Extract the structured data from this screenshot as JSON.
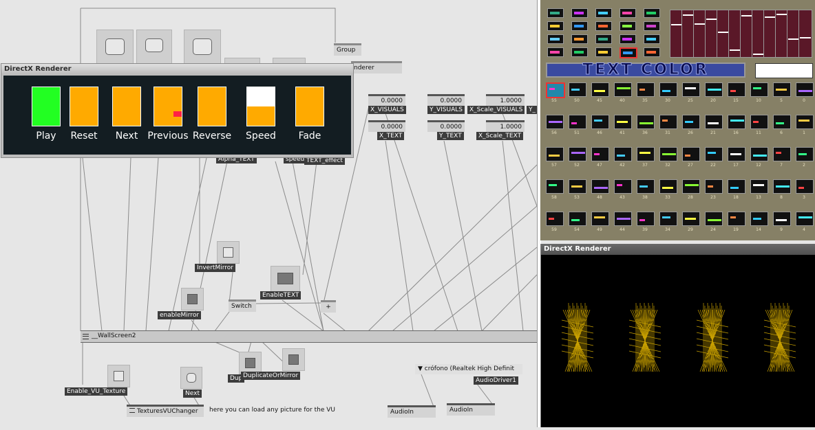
{
  "patch": {
    "nodes": {
      "group": "Group",
      "renderer_partial": "nderer",
      "x_visuals_value": "0.0000",
      "x_visuals": "X_VISUALS",
      "y_visuals_value": "0.0000",
      "y_visuals": "Y_VISUALS",
      "x_scale_visuals_value": "1.0000",
      "x_scale_visuals": "X_Scale_VISUALS",
      "y_trunc": "Y_",
      "x_text_value": "0.0000",
      "x_text": "X_TEXT",
      "y_text_value": "0.0000",
      "y_text": "Y_TEXT",
      "x_scale_text_value": "1.0000",
      "x_scale_text": "X_Scale_TEXT",
      "alpha_text": "Alpha_TEXT",
      "speed_trunc": "speed",
      "text_effect": "TEXT_effect",
      "invert_mirror": "InvertMirror",
      "switch": "Switch",
      "enable_text": "EnableTEXT",
      "plus": "+",
      "enable_mirror": "enableMirror",
      "wallscreen": "__WallScreen2",
      "duplicate_trunc": "Dup",
      "duplicate_or_mirror": "DuplicateOrMirror",
      "enable_vu_texture": "Enable_VU_Texture",
      "next": "Next",
      "textures_vu_changer": "TexturesVUChanger",
      "vu_comment": "here you can load any picture for the VU",
      "microphone": "crófono (Realtek High Definit",
      "audio_driver": "AudioDriver1",
      "audioin_1": "AudioIn",
      "audioin_2": "AudioIn"
    }
  },
  "renderer_window": {
    "title": "DirectX Renderer",
    "controls": [
      {
        "label": "Play",
        "color": "#22ff22",
        "level": 1.0
      },
      {
        "label": "Reset",
        "color": "#ffaa00",
        "level": 1.0
      },
      {
        "label": "Next",
        "color": "#ffaa00",
        "level": 1.0
      },
      {
        "label": "Previous",
        "color": "#ffaa00",
        "level": 1.0
      },
      {
        "label": "Reverse",
        "color": "#ffaa00",
        "level": 1.0
      },
      {
        "label": "Speed",
        "color": "#ffaa00",
        "level": 0.5
      },
      {
        "label": "Fade",
        "color": "#ffaa00",
        "level": 1.0
      }
    ]
  },
  "texture_panel": {
    "header": "TEXT COLOR",
    "color_value": "#ffffff",
    "slider_levels": [
      0.72,
      0.95,
      0.75,
      0.85,
      0.55,
      0.13,
      0.94,
      0.04,
      0.9,
      0.96,
      0.38,
      0.42
    ],
    "thumb_rows": [
      [
        "55",
        "50",
        "45",
        "40",
        "35",
        "30",
        "25",
        "20",
        "15",
        "10",
        "5",
        "0"
      ],
      [
        "56",
        "51",
        "46",
        "41",
        "36",
        "31",
        "26",
        "21",
        "16",
        "11",
        "6",
        "1"
      ],
      [
        "57",
        "52",
        "47",
        "42",
        "37",
        "32",
        "27",
        "22",
        "17",
        "12",
        "7",
        "2"
      ],
      [
        "58",
        "53",
        "48",
        "43",
        "38",
        "33",
        "28",
        "23",
        "18",
        "13",
        "8",
        "3"
      ],
      [
        "59",
        "54",
        "49",
        "44",
        "39",
        "34",
        "29",
        "24",
        "19",
        "14",
        "9",
        "4"
      ]
    ]
  },
  "preview_window": {
    "title": "DirectX Renderer"
  },
  "colors": {
    "accent_green": "#22ff22",
    "accent_orange": "#ffaa00",
    "previous_marker": "#ff2244",
    "figure": "#c8a000"
  }
}
